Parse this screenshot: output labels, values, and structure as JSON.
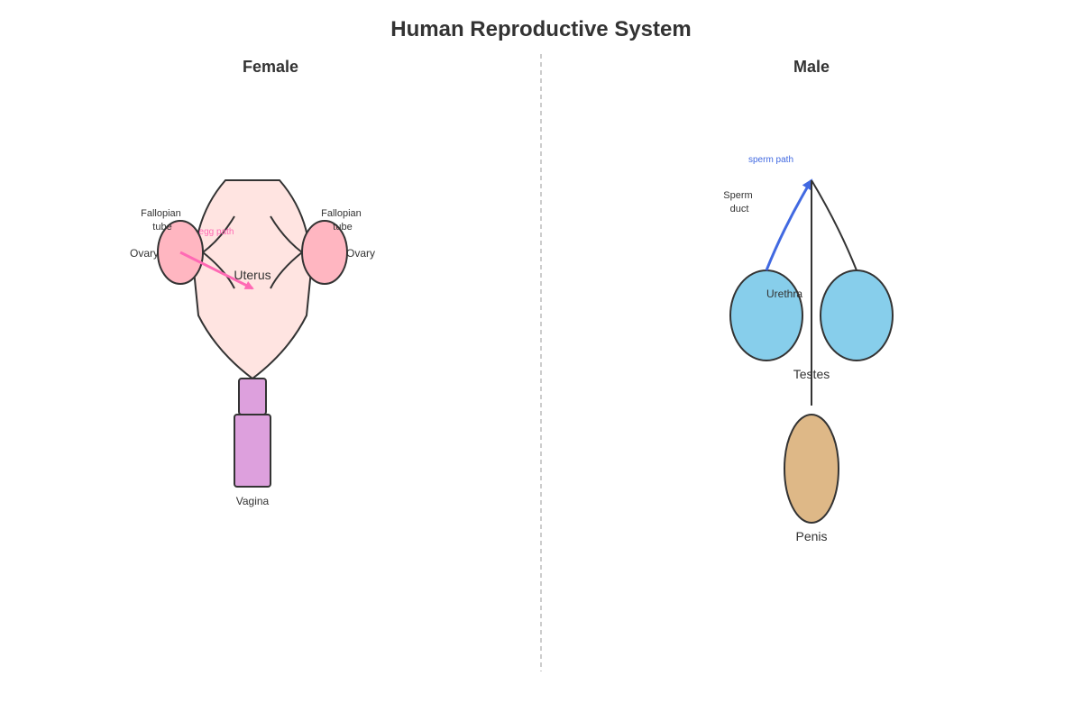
{
  "title": "Human Reproductive System",
  "female": {
    "heading": "Female",
    "labels": {
      "fallopian_tube_left": [
        "Fallopian",
        "tube"
      ],
      "fallopian_tube_right": [
        "Fallopian",
        "tube"
      ],
      "ovary_left": "Ovary",
      "ovary_right": "Ovary",
      "egg_path": "egg path",
      "uterus": "Uterus",
      "vagina": "Vagina"
    },
    "colors": {
      "uterus": "#FFE4E1",
      "ovary": "#FFB6C1",
      "vagina": "#DDA0DD",
      "egg_path": "#FF69B4"
    }
  },
  "male": {
    "heading": "Male",
    "labels": {
      "sperm_path": "sperm path",
      "sperm_duct": [
        "Sperm",
        "duct"
      ],
      "urethra": "Urethra",
      "testes": "Testes",
      "penis": "Penis"
    },
    "colors": {
      "testes": "#87CEEB",
      "penis": "#DEB887",
      "sperm_path": "#4169E1"
    }
  }
}
